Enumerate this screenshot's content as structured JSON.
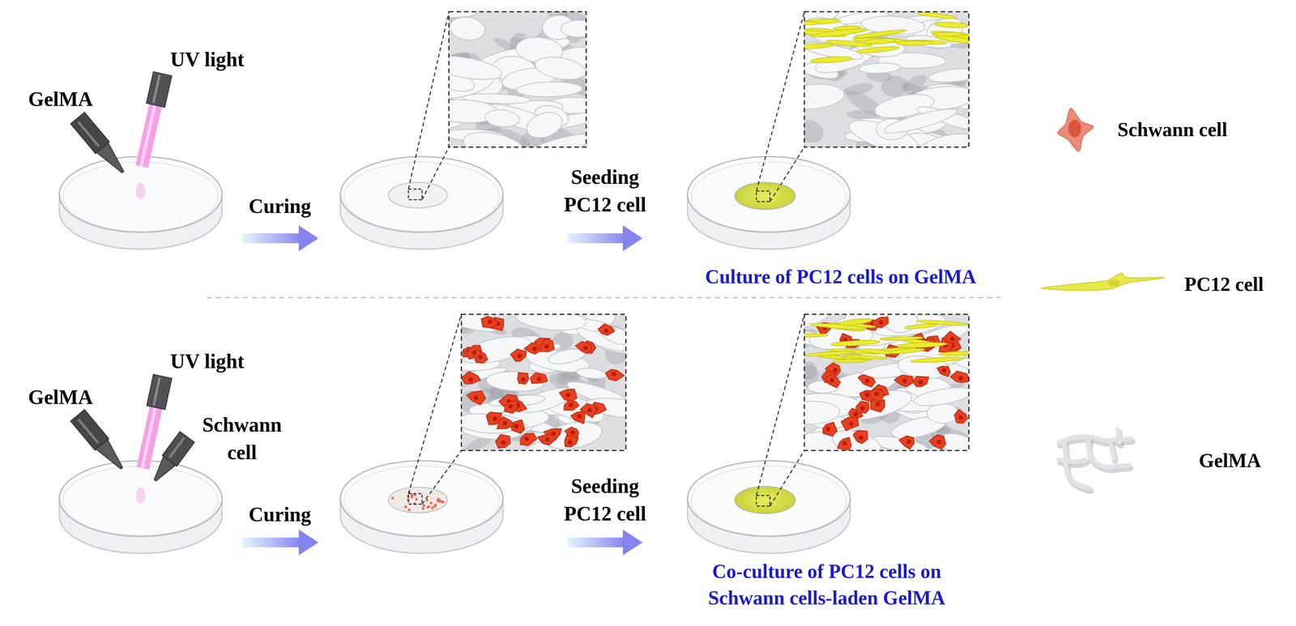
{
  "diagram": {
    "labels": [
      "UV light",
      "GelMA",
      "Curing",
      "Seeding PC12 cell",
      "Culture of PC12 cells on GelMA",
      "UV light",
      "GelMA",
      "Schwann cell",
      "Curing",
      "Seeding PC12 cell",
      "Co-culture of PC12 cells on Schwann cells-laden GelMA"
    ],
    "legend": [
      {
        "text": "Schwann cell"
      },
      {
        "text": "PC12 cell"
      },
      {
        "text": "GelMA"
      }
    ]
  }
}
